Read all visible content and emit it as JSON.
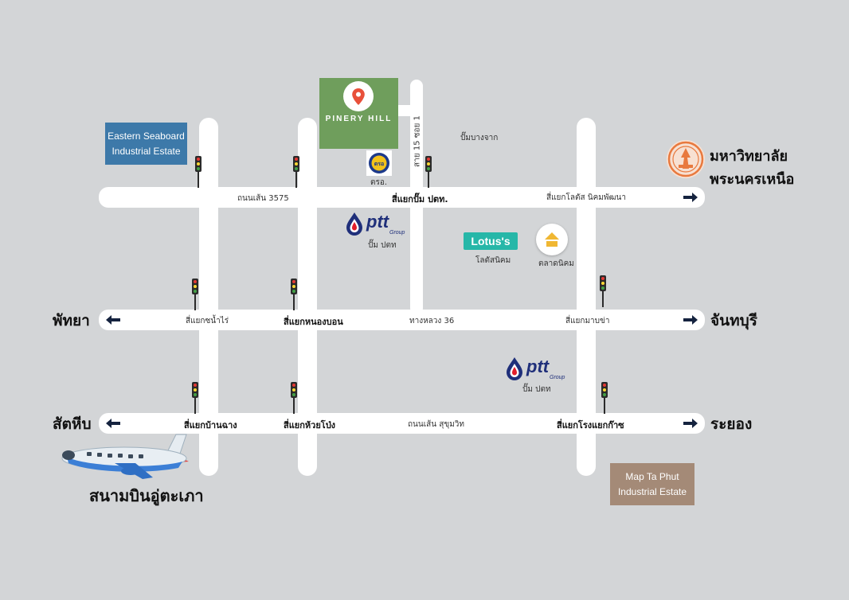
{
  "project": {
    "name": "PINERY HILL"
  },
  "cities": {
    "pattaya": "พัทยา",
    "chanthaburi": "จันทบุรี",
    "sattahip": "สัตหีบ",
    "rayong": "ระยอง"
  },
  "airport": {
    "label": "สนามบินอู่ตะเภา"
  },
  "university": {
    "line1": "มหาวิทยาลัย",
    "line2": "พระนครเหนือ"
  },
  "estates": {
    "eastern_line1": "Eastern Seaboard",
    "eastern_line2": "Industrial Estate",
    "maptaphut_line1": "Map Ta  Phut",
    "maptaphut_line2": "Industrial Estate"
  },
  "roads": {
    "road3575": "ถนนเส้น 3575",
    "ptt_junction": "สี่แยกปั๊ม ปตท.",
    "lotus_junction": "สี่แยกโลตัส นิคมพัฒนา",
    "soi": "สาย 15 ซอย 1",
    "bangchak": "ปั๊มบางจาก",
    "nampai": "สี่แยกซน้ำไร่",
    "nongbon": "สี่แยกหนองบอน",
    "highway36": "ทางหลวง 36",
    "mabcha": "สี่แยกมาบข่า",
    "banchang": "สี่แยกบ้านฉาง",
    "huaypong": "สี่แยกห้วยโป่ง",
    "sukhumvit": "ถนนเส้น สุขุมวิท",
    "rongkas": "สี่แยกโรงแยกก๊าซ"
  },
  "landmarks": {
    "police_label": "ตรอ.",
    "police_badge": "ตรอ",
    "ptt_word": "ptt",
    "ptt_group": "Group",
    "ptt1_label": "ปั๊ม ปตท",
    "ptt2_label": "ปั๊ม ปตท",
    "lotus_logo": "Lotus's",
    "lotus_label": "โลตัสนิคม",
    "market_label": "ตลาดนิคม"
  },
  "colors": {
    "background": "#d3d5d7",
    "road": "#ffffff",
    "pinery": "#6f9e5c",
    "eastern": "#3d79a9",
    "maptaphut": "#a48a77",
    "lotus": "#26b7a8",
    "ptt_blue": "#1f2f7a",
    "ptt_red": "#e21e2b",
    "arrow": "#15233f"
  }
}
